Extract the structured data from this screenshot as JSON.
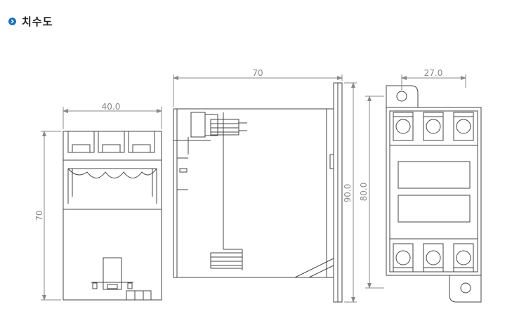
{
  "header": {
    "title": "치수도",
    "icon": "chevron-right-circle-icon",
    "accent": "#1e73b8"
  },
  "front_view": {
    "width_label": "40.0",
    "height_label": "70"
  },
  "side_view": {
    "width_label": "70",
    "height_label": "90.0"
  },
  "base_view": {
    "pitch_label": "27.0",
    "height_label": "80.0"
  },
  "colors": {
    "line": "#444444",
    "dimension": "#888888"
  }
}
